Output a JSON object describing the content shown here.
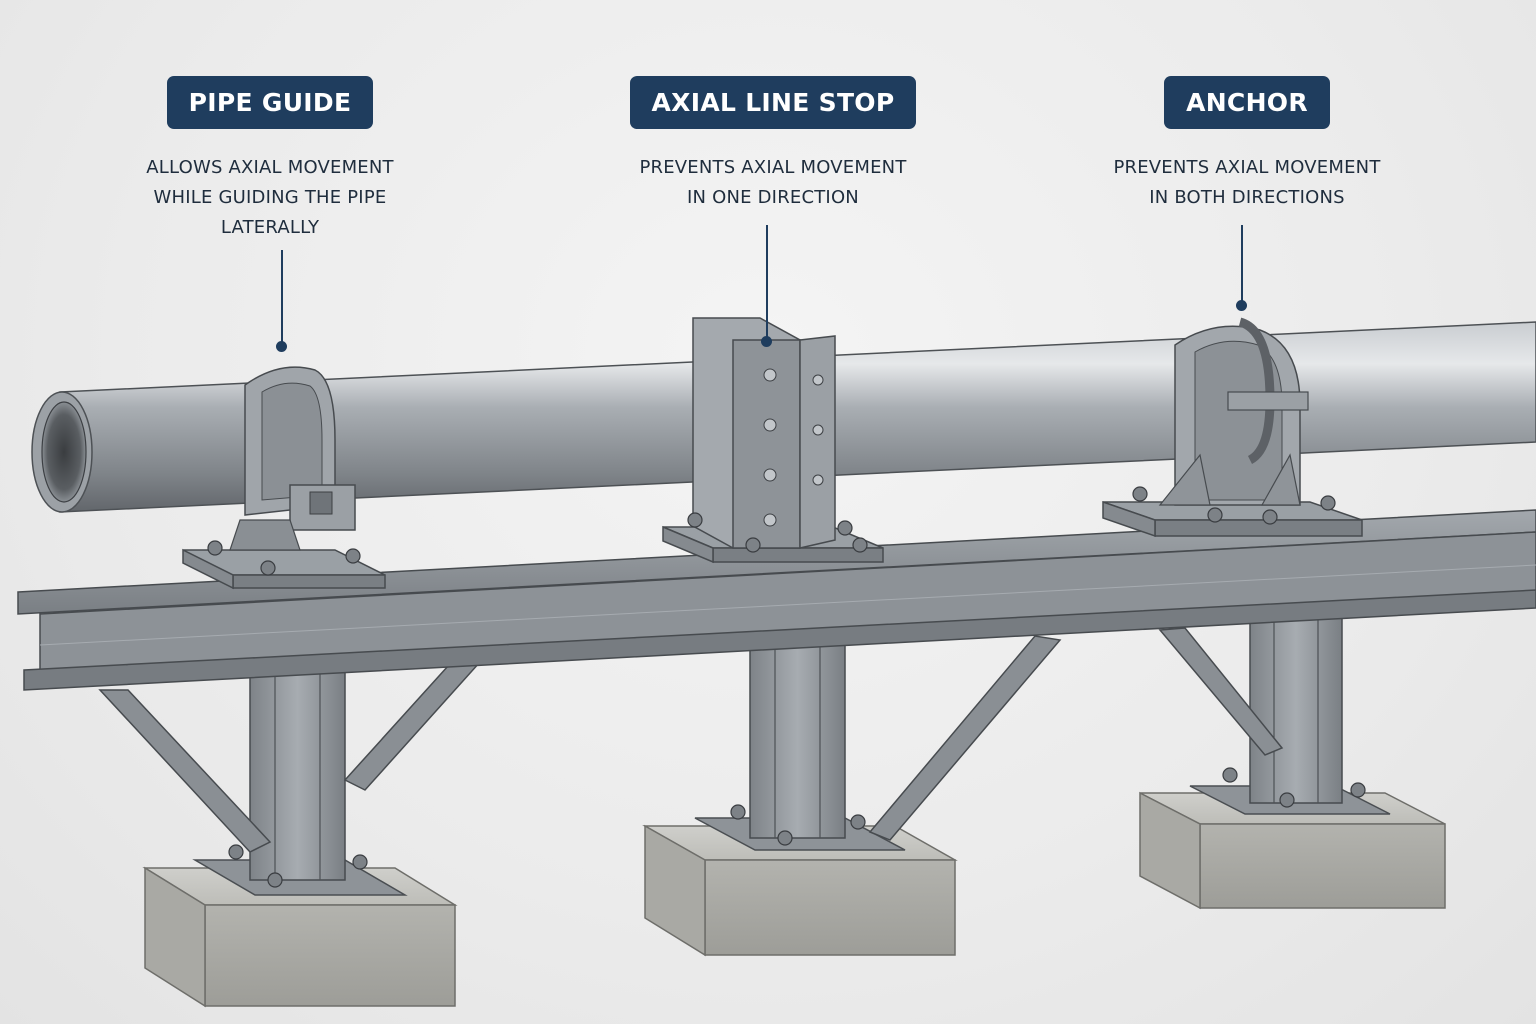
{
  "callouts": {
    "pipe_guide": {
      "title": "PIPE GUIDE",
      "lines": [
        "ALLOWS AXIAL MOVEMENT",
        "WHILE GUIDING THE PIPE",
        "LATERALLY"
      ]
    },
    "axial_line_stop": {
      "title": "AXIAL LINE STOP",
      "lines": [
        "PREVENTS AXIAL MOVEMENT",
        "IN ONE DIRECTION"
      ]
    },
    "anchor": {
      "title": "ANCHOR",
      "lines": [
        "PREVENTS AXIAL MOVEMENT",
        "IN BOTH DIRECTIONS"
      ]
    }
  },
  "colors": {
    "badge": "#1f3d5e",
    "text": "#1f2d3d",
    "steel": "#8c9196",
    "concrete": "#b4b4b0"
  }
}
